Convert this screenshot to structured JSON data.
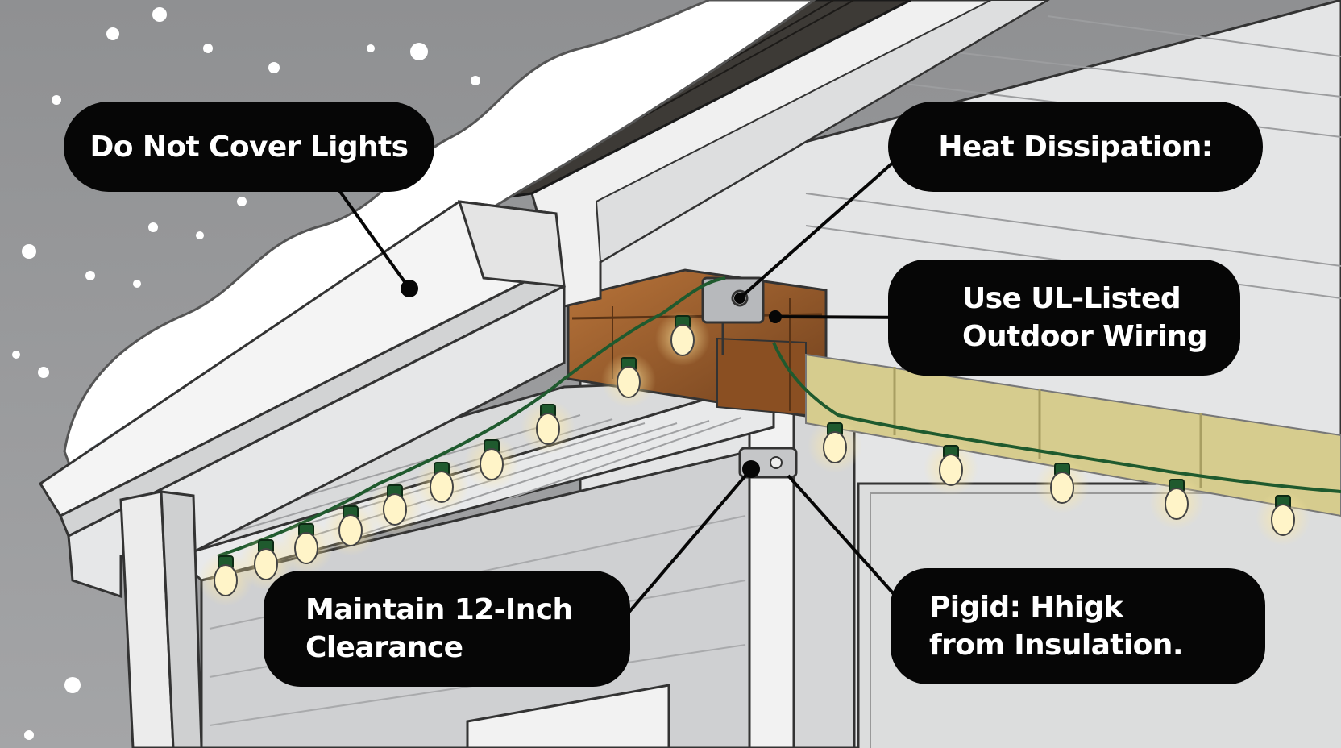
{
  "callouts": {
    "do_not_cover": "Do Not Cover Lights",
    "heat": "Heat Dissipation:",
    "ul_line1": "Use UL-Listed",
    "ul_line2": "Outdoor Wiring",
    "clearance_line1": "Maintain 12-Inch",
    "clearance_line2": "Clearance",
    "rigid_line1": "Pigid: Hhigk",
    "rigid_line2": "from Insulation."
  },
  "colors": {
    "background": "#9a9b9d",
    "callout_fill": "#060606",
    "callout_text": "#ffffff",
    "wire": "#1f5a2e",
    "bulb_glow": "#fff4c8",
    "insulation": "#d6cc8e",
    "attic_wood": "#a8652f",
    "snow": "#ffffff",
    "siding": "#e9eaea"
  }
}
